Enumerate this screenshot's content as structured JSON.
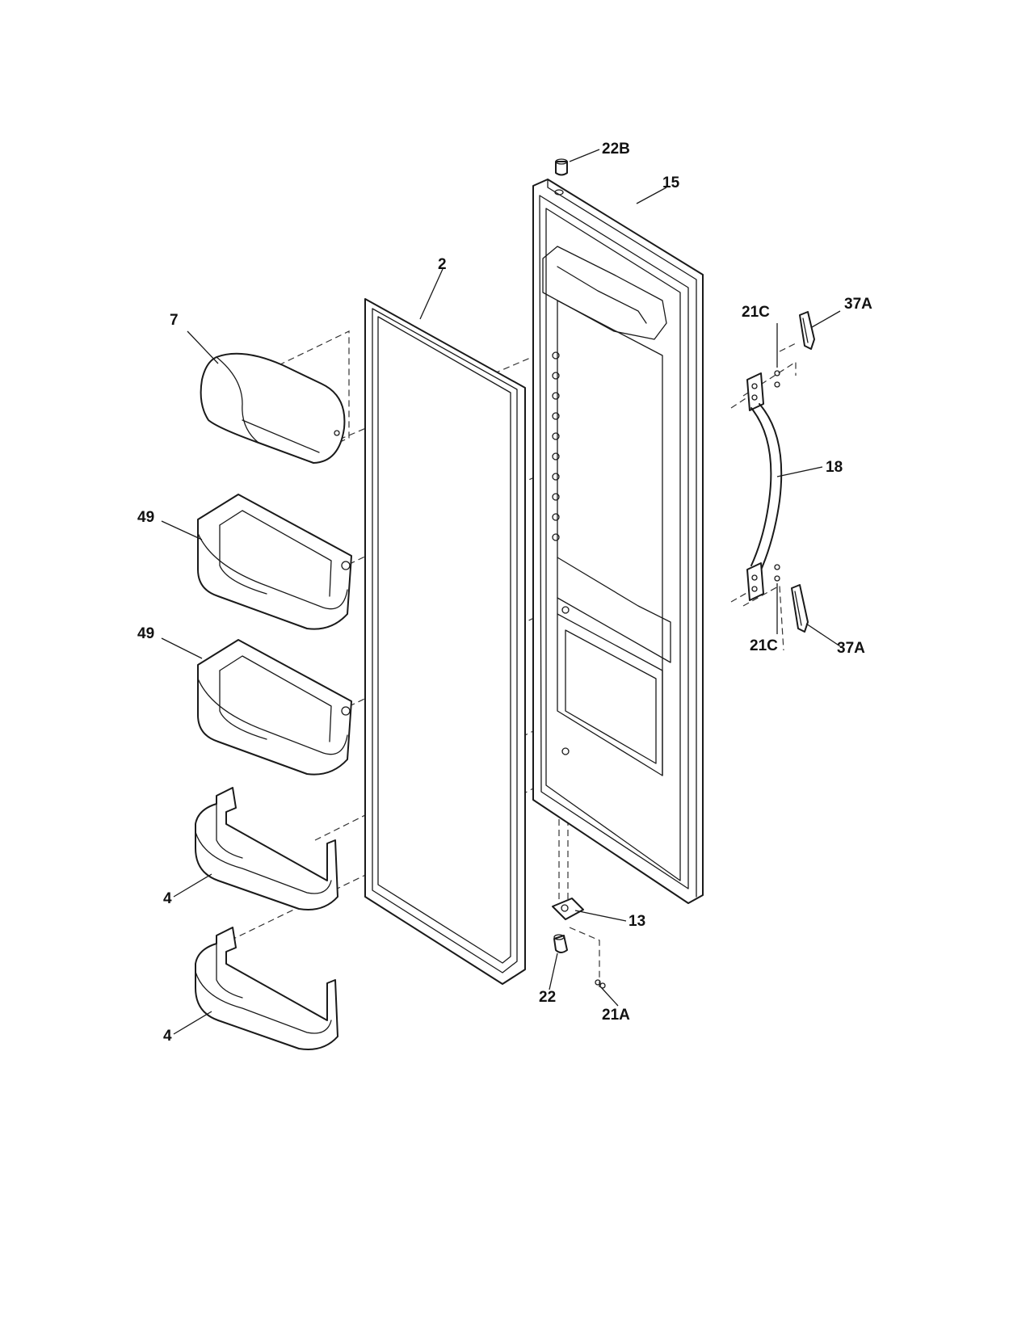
{
  "callouts": {
    "c22b": "22B",
    "c15": "15",
    "c2": "2",
    "c7": "7",
    "c21c_top": "21C",
    "c37a_top": "37A",
    "c18": "18",
    "c49_top": "49",
    "c49_bottom": "49",
    "c21c_bottom": "21C",
    "c37a_bottom": "37A",
    "c4_top": "4",
    "c4_bottom": "4",
    "c13": "13",
    "c22": "22",
    "c21a": "21A"
  }
}
